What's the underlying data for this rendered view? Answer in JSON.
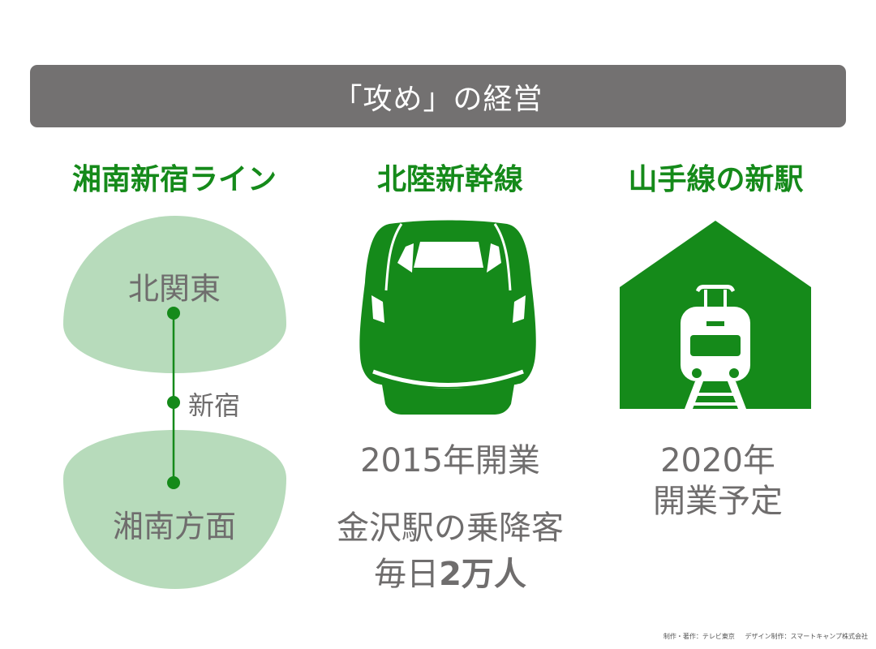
{
  "header": {
    "title": "「攻め」の経営"
  },
  "columns": [
    {
      "heading": "湘南新宿ライン",
      "map": {
        "north_region": "北関東",
        "station": "新宿",
        "south_region": "湘南方面"
      }
    },
    {
      "heading": "北陸新幹線",
      "icon": "shinkansen-train-icon",
      "opened": "2015年開業",
      "passengers_line1": "金沢駅の乗降客",
      "passengers_prefix": "毎日",
      "passengers_value": "2万人"
    },
    {
      "heading": "山手線の新駅",
      "icon": "station-house-train-icon",
      "planned_year": "2020年",
      "planned_label": "開業予定"
    }
  ],
  "footer": {
    "credit_production": "制作・著作：テレビ東京",
    "credit_design": "デザイン制作：スマートキャンプ株式会社"
  },
  "colors": {
    "title_bar": "#737171",
    "accent_green": "#158a1a",
    "light_green": "#b7dbbb",
    "grey_text": "#6f6d6d"
  }
}
